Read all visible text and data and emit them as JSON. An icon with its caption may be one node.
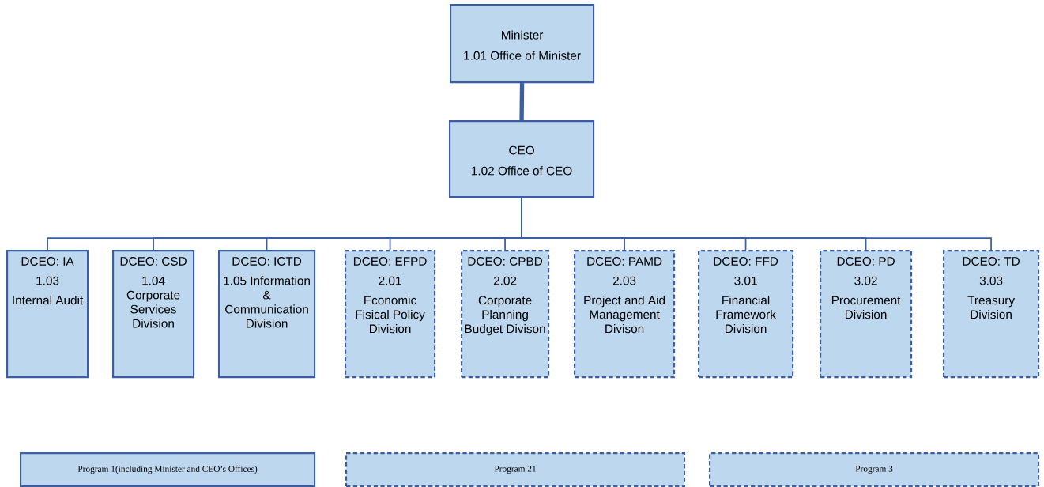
{
  "diagram": {
    "nodes": [
      {
        "text": [
          "Minister",
          "1.01 Office of Minister"
        ]
      },
      {
        "text": [
          "CEO",
          "1.02 Office of CEO"
        ]
      },
      {
        "text": [
          "DCEO: IA",
          "1.03",
          "Internal Audit"
        ]
      },
      {
        "text": [
          "DCEO: CSD",
          "1.04 Corporate Services Division"
        ]
      },
      {
        "text": [
          "DCEO: ICTD",
          "1.05 Information & Communication Division"
        ]
      },
      {
        "text": [
          "DCEO: EFPD",
          "2.01",
          "Economic Fisical Policy Division"
        ]
      },
      {
        "text": [
          "DCEO: CPBD",
          "2.02",
          "Corporate Planning Budget Divison"
        ]
      },
      {
        "text": [
          "DCEO: PAMD",
          "2.03",
          "Project and Aid Management Divison"
        ]
      },
      {
        "text": [
          "DCEO: FFD",
          "3.01",
          "Financial Framework Division"
        ]
      },
      {
        "text": [
          "DCEO: PD",
          "3.02",
          "Procurement Division"
        ]
      },
      {
        "text": [
          "DCEO: TD",
          "3.03",
          "Treasury Division"
        ]
      },
      {
        "text": [
          "Program 1(including Minister and CEO’s Offices)"
        ]
      },
      {
        "text": [
          "Program 21"
        ]
      },
      {
        "text": [
          "Program 3"
        ]
      }
    ],
    "edges": [
      {
        "from": 0,
        "to": 1,
        "arrow": "none",
        "style": "thick"
      },
      {
        "from": 1,
        "to": 2,
        "arrow": "none"
      },
      {
        "from": 1,
        "to": 3,
        "arrow": "none"
      },
      {
        "from": 1,
        "to": 4,
        "arrow": "none"
      },
      {
        "from": 1,
        "to": 5,
        "arrow": "none"
      },
      {
        "from": 1,
        "to": 6,
        "arrow": "none"
      },
      {
        "from": 1,
        "to": 7,
        "arrow": "none"
      },
      {
        "from": 1,
        "to": 8,
        "arrow": "none"
      },
      {
        "from": 1,
        "to": 9,
        "arrow": "none"
      },
      {
        "from": 1,
        "to": 10,
        "arrow": "none"
      }
    ]
  }
}
